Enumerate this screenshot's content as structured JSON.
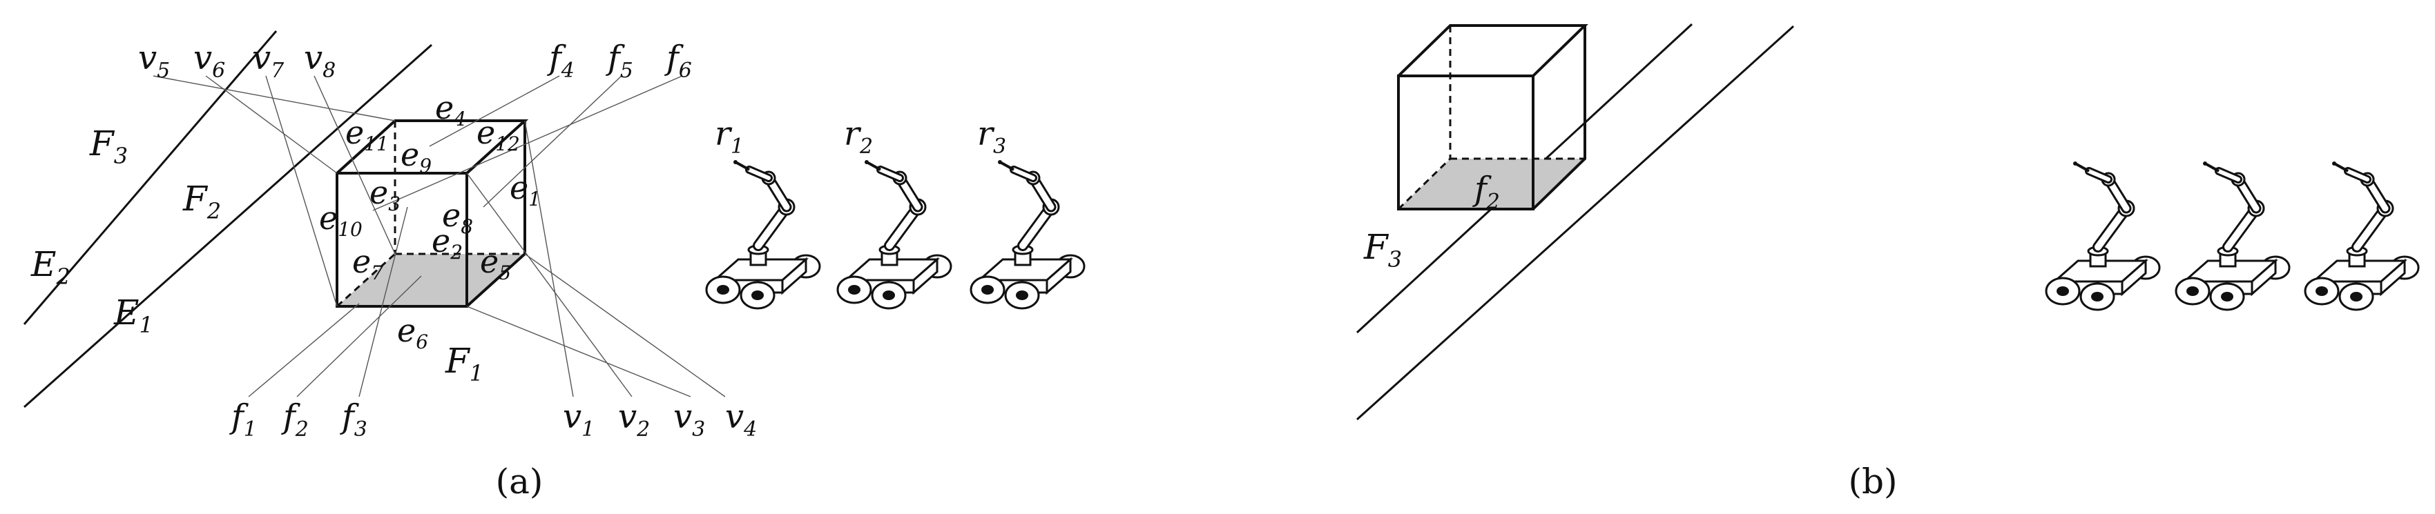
{
  "panel_a": {
    "caption": "(a)",
    "faces": [
      {
        "b": "F",
        "s": "1"
      },
      {
        "b": "F",
        "s": "2"
      },
      {
        "b": "F",
        "s": "3"
      }
    ],
    "edges": [
      {
        "b": "E",
        "s": "1"
      },
      {
        "b": "E",
        "s": "2"
      }
    ],
    "cube_edges": [
      {
        "b": "e",
        "s": "1"
      },
      {
        "b": "e",
        "s": "2"
      },
      {
        "b": "e",
        "s": "3"
      },
      {
        "b": "e",
        "s": "4"
      },
      {
        "b": "e",
        "s": "5"
      },
      {
        "b": "e",
        "s": "6"
      },
      {
        "b": "e",
        "s": "7"
      },
      {
        "b": "e",
        "s": "8"
      },
      {
        "b": "e",
        "s": "9"
      },
      {
        "b": "e",
        "s": "10"
      },
      {
        "b": "e",
        "s": "11"
      },
      {
        "b": "e",
        "s": "12"
      }
    ],
    "vertices_top": [
      {
        "b": "v",
        "s": "5"
      },
      {
        "b": "v",
        "s": "6"
      },
      {
        "b": "v",
        "s": "7"
      },
      {
        "b": "v",
        "s": "8"
      }
    ],
    "cube_faces_top": [
      {
        "b": "f",
        "s": "4"
      },
      {
        "b": "f",
        "s": "5"
      },
      {
        "b": "f",
        "s": "6"
      }
    ],
    "cube_faces_bottom": [
      {
        "b": "f",
        "s": "1"
      },
      {
        "b": "f",
        "s": "2"
      },
      {
        "b": "f",
        "s": "3"
      }
    ],
    "vertices_bottom": [
      {
        "b": "v",
        "s": "1"
      },
      {
        "b": "v",
        "s": "2"
      },
      {
        "b": "v",
        "s": "3"
      },
      {
        "b": "v",
        "s": "4"
      }
    ],
    "robots": [
      {
        "b": "r",
        "s": "1"
      },
      {
        "b": "r",
        "s": "2"
      },
      {
        "b": "r",
        "s": "3"
      }
    ]
  },
  "panel_b": {
    "caption": "(b)",
    "face_label": {
      "b": "F",
      "s": "3"
    },
    "cube_face_label": {
      "b": "f",
      "s": "2"
    },
    "robot_count": 3
  },
  "colors": {
    "line": "#111111",
    "shade": "#c8c8c8",
    "annotation_line": "#555555"
  },
  "icons": [
    "mobile-manipulator-robot-icon",
    "cube-icon"
  ]
}
